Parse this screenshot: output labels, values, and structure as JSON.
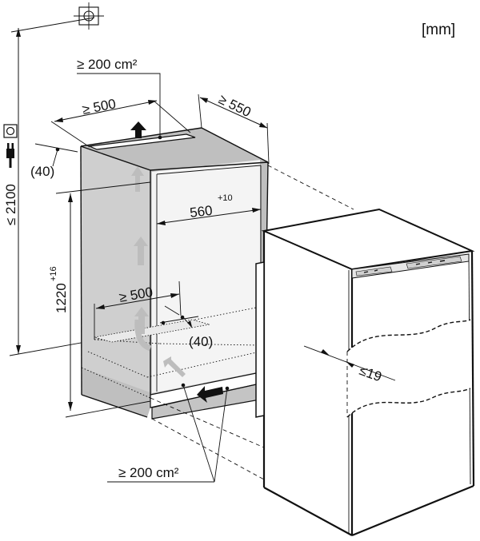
{
  "unit_label": "[mm]",
  "labels": {
    "vent_area_top": "≥ 200 cm²",
    "vent_area_bottom": "≥ 200 cm²",
    "width_top": "≥ 500",
    "depth_top": "≥ 550",
    "gap_top": "(40)",
    "inner_width": "560",
    "inner_width_tol": "+10",
    "height_main": "1220",
    "height_main_tol": "+16",
    "width_bottom": "≥ 500",
    "gap_bottom": "(40)",
    "max_height": "≤ 2100",
    "door_offset": "≤19"
  },
  "icons": [
    "water-level-icon",
    "power-plug-icon",
    "fixing-point-icon"
  ]
}
